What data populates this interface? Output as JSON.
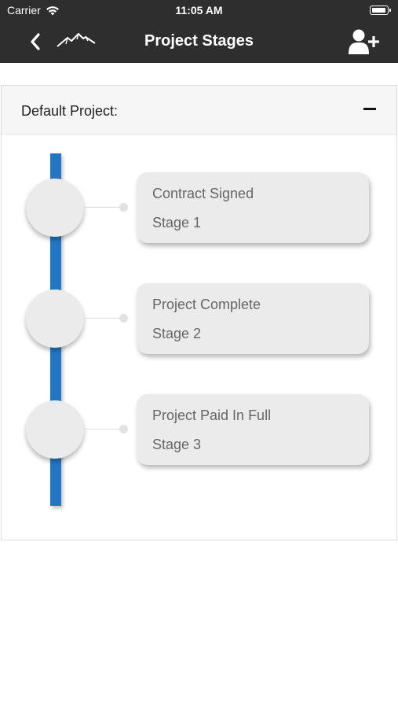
{
  "status_bar": {
    "carrier": "Carrier",
    "time": "11:05 AM"
  },
  "nav": {
    "title": "Project Stages",
    "back_icon": "chevron-left-icon",
    "logo_icon": "mountain-logo-icon",
    "add_user_icon": "add-user-icon"
  },
  "panel": {
    "header_label": "Default Project:",
    "collapse_icon": "minus-icon"
  },
  "colors": {
    "topbar": "#2e2e2e",
    "timeline": "#2277c4",
    "card": "#ebebeb",
    "card_text": "#666666"
  },
  "stages": [
    {
      "name": "Contract Signed",
      "stage": "Stage 1"
    },
    {
      "name": "Project Complete",
      "stage": "Stage 2"
    },
    {
      "name": "Project Paid In Full",
      "stage": "Stage 3"
    }
  ]
}
